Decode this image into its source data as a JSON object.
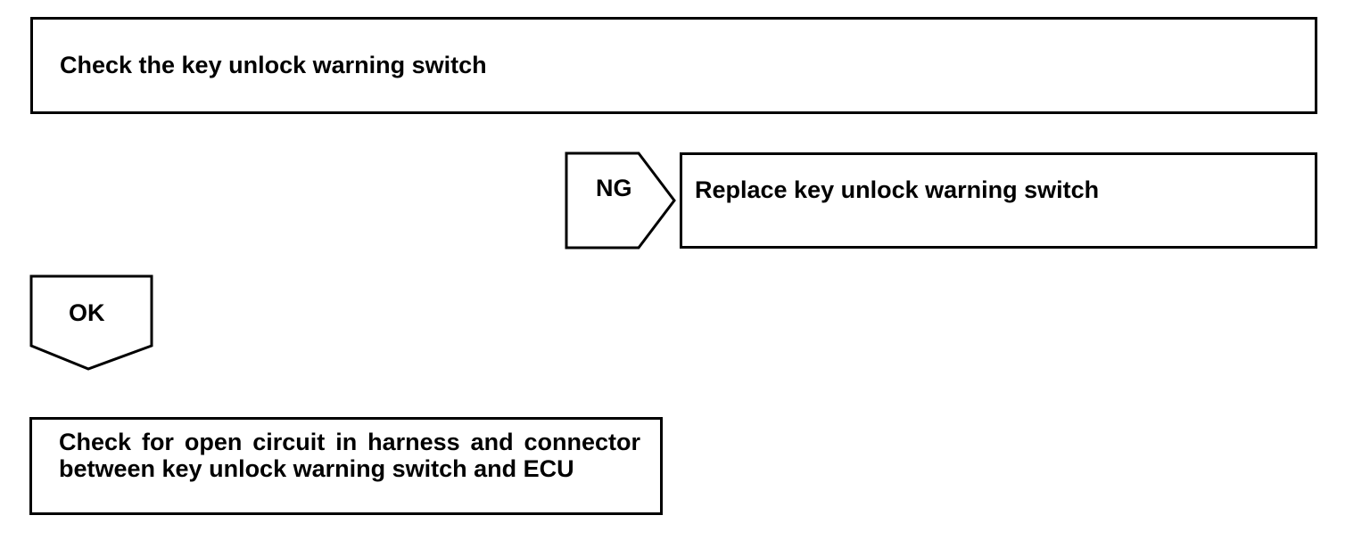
{
  "steps": {
    "check_switch": "Check the key unlock warning switch",
    "check_circuit": "Check for open circuit in harness and connector between key unlock warning switch and ECU"
  },
  "branches": {
    "ng": "NG",
    "ok": "OK"
  },
  "results": {
    "replace_switch": "Replace key unlock warning switch"
  }
}
